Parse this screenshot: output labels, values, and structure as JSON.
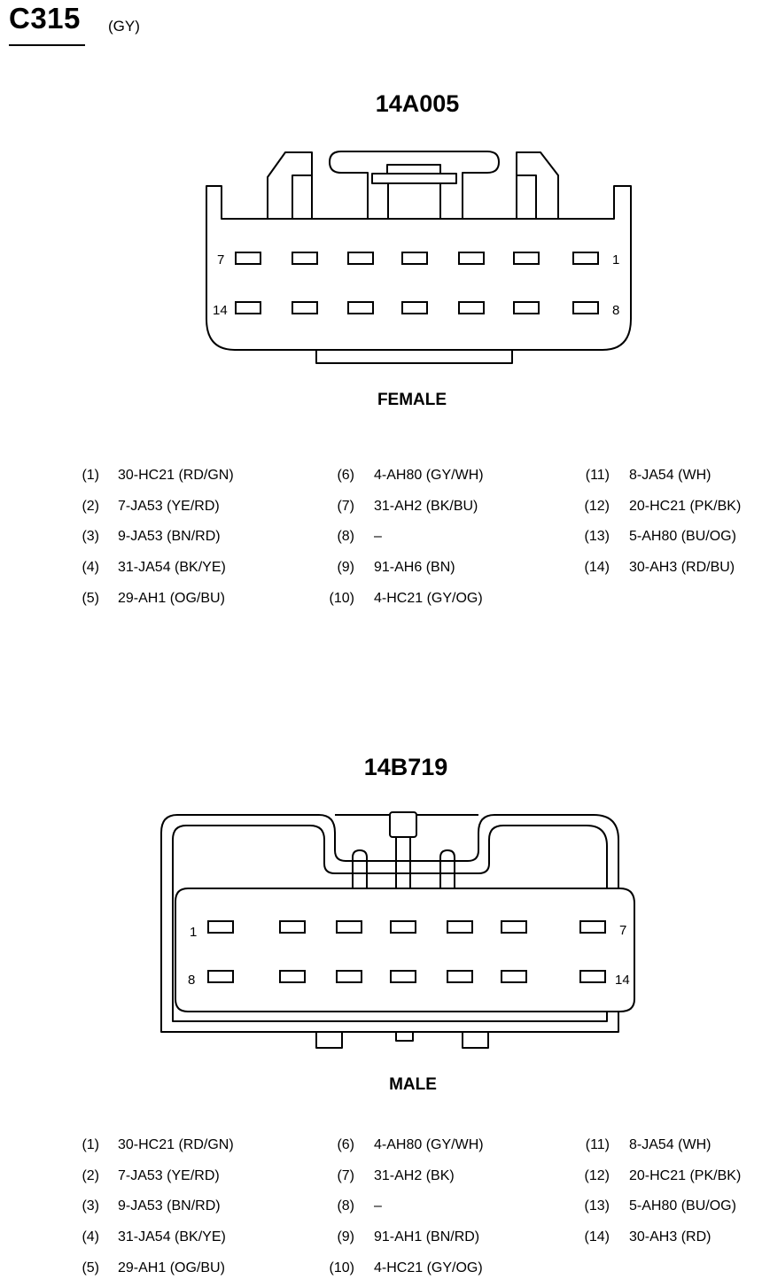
{
  "connector": {
    "id": "C315",
    "color": "(GY)"
  },
  "female": {
    "part_number": "14A005",
    "label": "FEMALE",
    "pin_labels": {
      "top_left": "7",
      "top_right": "1",
      "bottom_left": "14",
      "bottom_right": "8"
    },
    "pins": [
      {
        "num": "(1)",
        "circuit": "30-HC21 (RD/GN)"
      },
      {
        "num": "(2)",
        "circuit": "7-JA53 (YE/RD)"
      },
      {
        "num": "(3)",
        "circuit": "9-JA53 (BN/RD)"
      },
      {
        "num": "(4)",
        "circuit": "31-JA54 (BK/YE)"
      },
      {
        "num": "(5)",
        "circuit": "29-AH1 (OG/BU)"
      },
      {
        "num": "(6)",
        "circuit": "4-AH80 (GY/WH)"
      },
      {
        "num": "(7)",
        "circuit": "31-AH2 (BK/BU)"
      },
      {
        "num": "(8)",
        "circuit": "–"
      },
      {
        "num": "(9)",
        "circuit": "91-AH6 (BN)"
      },
      {
        "num": "(10)",
        "circuit": "4-HC21 (GY/OG)"
      },
      {
        "num": "(11)",
        "circuit": "8-JA54 (WH)"
      },
      {
        "num": "(12)",
        "circuit": "20-HC21 (PK/BK)"
      },
      {
        "num": "(13)",
        "circuit": "5-AH80 (BU/OG)"
      },
      {
        "num": "(14)",
        "circuit": "30-AH3 (RD/BU)"
      }
    ]
  },
  "male": {
    "part_number": "14B719",
    "label": "MALE",
    "pin_labels": {
      "top_left": "1",
      "top_right": "7",
      "bottom_left": "8",
      "bottom_right": "14"
    },
    "pins": [
      {
        "num": "(1)",
        "circuit": "30-HC21 (RD/GN)"
      },
      {
        "num": "(2)",
        "circuit": "7-JA53 (YE/RD)"
      },
      {
        "num": "(3)",
        "circuit": "9-JA53 (BN/RD)"
      },
      {
        "num": "(4)",
        "circuit": "31-JA54 (BK/YE)"
      },
      {
        "num": "(5)",
        "circuit": "29-AH1 (OG/BU)"
      },
      {
        "num": "(6)",
        "circuit": "4-AH80 (GY/WH)"
      },
      {
        "num": "(7)",
        "circuit": "31-AH2 (BK)"
      },
      {
        "num": "(8)",
        "circuit": "–"
      },
      {
        "num": "(9)",
        "circuit": "91-AH1 (BN/RD)"
      },
      {
        "num": "(10)",
        "circuit": "4-HC21 (GY/OG)"
      },
      {
        "num": "(11)",
        "circuit": "8-JA54 (WH)"
      },
      {
        "num": "(12)",
        "circuit": "20-HC21 (PK/BK)"
      },
      {
        "num": "(13)",
        "circuit": "5-AH80 (BU/OG)"
      },
      {
        "num": "(14)",
        "circuit": "30-AH3 (RD)"
      }
    ]
  }
}
